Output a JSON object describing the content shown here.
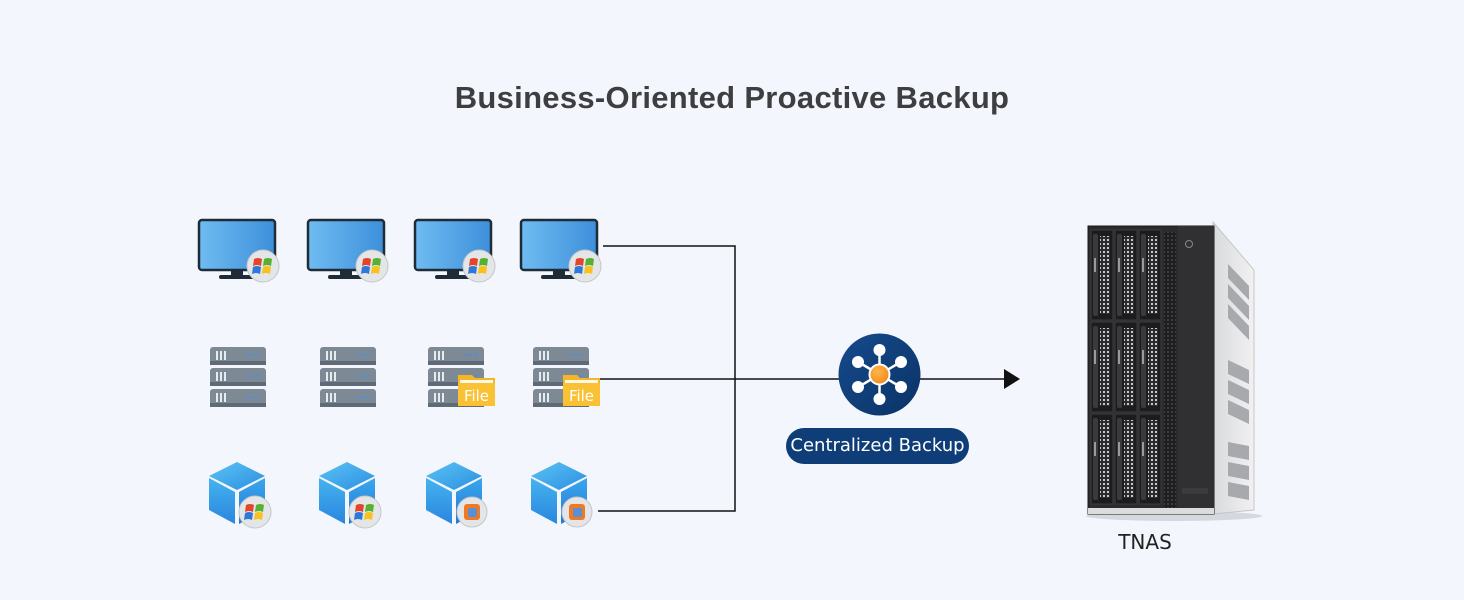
{
  "title": "Business-Oriented Proactive Backup",
  "sources": {
    "rows": [
      {
        "type": "pc",
        "items": [
          {
            "name": "PC",
            "badge": "windows-logo-icon"
          },
          {
            "name": "PC",
            "badge": "windows-logo-icon"
          },
          {
            "name": "PC",
            "badge": "windows-logo-icon"
          },
          {
            "name": "PC",
            "badge": "windows-logo-icon"
          }
        ]
      },
      {
        "type": "server",
        "items": [
          {
            "name": "Server",
            "badge": ""
          },
          {
            "name": "Server",
            "badge": ""
          },
          {
            "name": "File Server",
            "badge": "File"
          },
          {
            "name": "File Server",
            "badge": "File"
          }
        ]
      },
      {
        "type": "vm",
        "items": [
          {
            "name": "Virtual Machine",
            "badge": "windows-logo-icon"
          },
          {
            "name": "Virtual Machine",
            "badge": "windows-logo-icon"
          },
          {
            "name": "Virtual Machine",
            "badge": "vmware-logo-icon"
          },
          {
            "name": "Virtual Machine",
            "badge": "vmware-logo-icon"
          }
        ]
      }
    ]
  },
  "hub": {
    "label": "Centralized Backup",
    "icon": "network-hub-icon"
  },
  "target": {
    "label": "TNAS",
    "icon": "nas-tower-icon"
  },
  "colors": {
    "background": "#f3f7fd",
    "title": "#3e3e40",
    "hub_navy": "#0f3d78",
    "hub_center": "#f39a2e",
    "file_badge": "#f9bf2c",
    "server_gray": "#7b8894",
    "screen_blue": "#4aa2e6",
    "cube_blue": "#2f9ae6",
    "connector": "#111111"
  }
}
